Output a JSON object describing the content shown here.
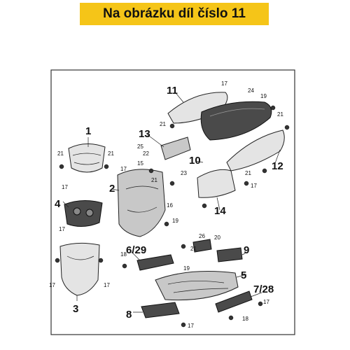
{
  "banner": {
    "text": "Na obrázku díl číslo 11",
    "color": "#f5c518"
  },
  "callouts": {
    "p1": "1",
    "p2": "2",
    "p3": "3",
    "p4": "4",
    "p5": "5",
    "p6_29": "6/29",
    "p7_28": "7/28",
    "p8": "8",
    "p9": "9",
    "p10": "10",
    "p11": "11",
    "p12": "12",
    "p13": "13",
    "p14": "14",
    "f15": "15",
    "f16": "16",
    "f17": "17",
    "f18": "18",
    "f19": "19",
    "f20": "20",
    "f21": "21",
    "f22": "22",
    "f23": "23",
    "f24": "24",
    "f25": "25",
    "f26": "26"
  }
}
